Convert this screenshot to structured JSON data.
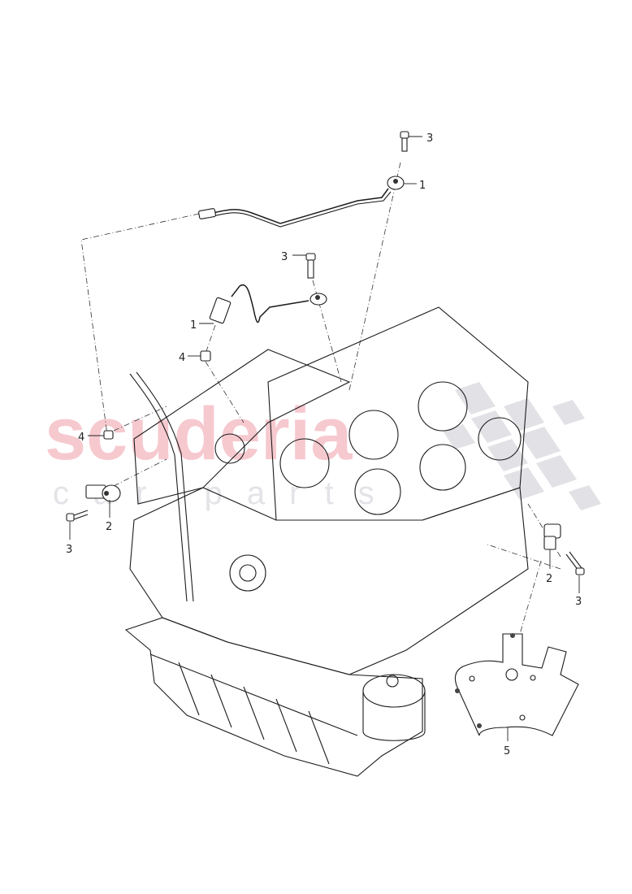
{
  "diagram": {
    "title": "Engine block with knock sensors — exploded parts view",
    "watermark": {
      "main_text": "scuderia",
      "sub_text": "car parts",
      "main_color": "#f6c9cf",
      "sub_color": "#e3e3e8"
    },
    "callouts": [
      {
        "id": "c-3-top",
        "label": "3",
        "part": "bolt"
      },
      {
        "id": "c-1-top",
        "label": "1",
        "part": "knock-sensor"
      },
      {
        "id": "c-3-mid",
        "label": "3",
        "part": "bolt"
      },
      {
        "id": "c-1-mid",
        "label": "1",
        "part": "knock-sensor"
      },
      {
        "id": "c-4-mid",
        "label": "4",
        "part": "clip"
      },
      {
        "id": "c-4-left",
        "label": "4",
        "part": "clip"
      },
      {
        "id": "c-2-left",
        "label": "2",
        "part": "sensor-connector"
      },
      {
        "id": "c-3-left",
        "label": "3",
        "part": "bolt"
      },
      {
        "id": "c-2-right",
        "label": "2",
        "part": "sensor-connector"
      },
      {
        "id": "c-3-right",
        "label": "3",
        "part": "bolt"
      },
      {
        "id": "c-5-bottom",
        "label": "5",
        "part": "heat-shield"
      }
    ]
  }
}
